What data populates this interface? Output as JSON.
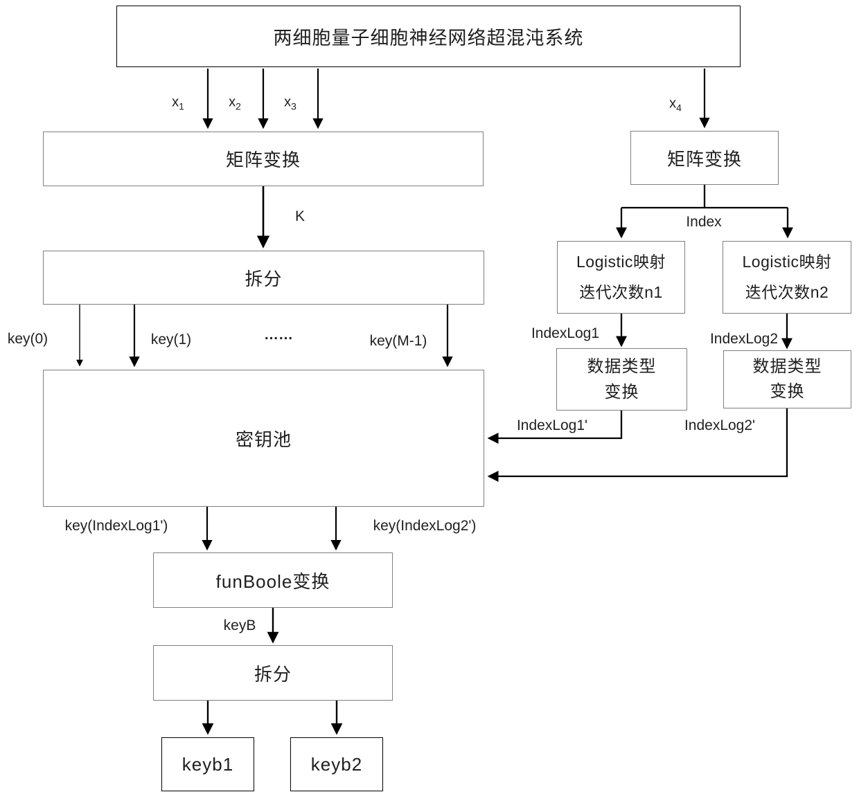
{
  "colors": {
    "background": "#ffffff",
    "box_border_light": "#7f7f7f",
    "box_border_dark": "#000000",
    "arrow": "#000000",
    "text": "#1f1f1f"
  },
  "boxes": {
    "hyperchaos_system": {
      "label": "两细胞量子细胞神经网络超混沌系统"
    },
    "matrix_left": {
      "label": "矩阵变换"
    },
    "matrix_right": {
      "label": "矩阵变换"
    },
    "split_k": {
      "label": "拆分"
    },
    "key_pool": {
      "label": "密钥池"
    },
    "logistic_n1": {
      "line1": "Logistic映射",
      "line2": "迭代次数n1"
    },
    "logistic_n2": {
      "line1": "Logistic映射",
      "line2": "迭代次数n2"
    },
    "datatype_1": {
      "line1": "数据类型",
      "line2": "变换"
    },
    "datatype_2": {
      "line1": "数据类型",
      "line2": "变换"
    },
    "funboole": {
      "label": "funBoole变换"
    },
    "split_keyb": {
      "label": "拆分"
    },
    "keyb1": {
      "label": "keyb1"
    },
    "keyb2": {
      "label": "keyb2"
    }
  },
  "edge_labels": {
    "x1": {
      "base": "x",
      "sub": "1"
    },
    "x2": {
      "base": "x",
      "sub": "2"
    },
    "x3": {
      "base": "x",
      "sub": "3"
    },
    "x4": {
      "base": "x",
      "sub": "4"
    },
    "k": "K",
    "key0": "key(0)",
    "key1": "key(1)",
    "ellipsis": "……",
    "key_m_1": "key(M-1)",
    "index": "Index",
    "indexlog1": "IndexLog1",
    "indexlog2": "IndexLog2",
    "indexlog1_prime": "IndexLog1'",
    "indexlog2_prime": "IndexLog2'",
    "key_indexlog1_prime": "key(IndexLog1')",
    "key_indexlog2_prime": "key(IndexLog2')",
    "keyb": "keyB"
  }
}
